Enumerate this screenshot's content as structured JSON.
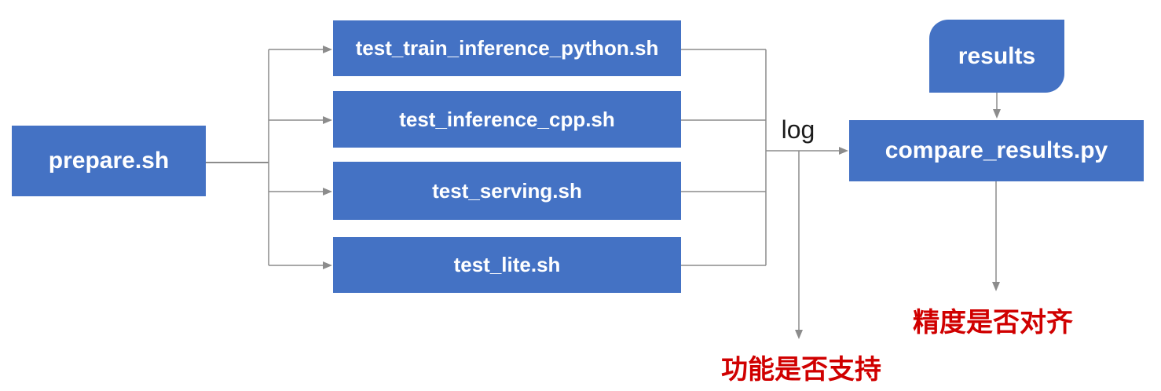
{
  "diagram": {
    "title": "test tipc pipeline flowchart",
    "nodes": {
      "prepare": {
        "label": "prepare.sh",
        "shape": "rect"
      },
      "test_train": {
        "label": "test_train_inference_python.sh",
        "shape": "rect"
      },
      "test_cpp": {
        "label": "test_inference_cpp.sh",
        "shape": "rect"
      },
      "test_serving": {
        "label": "test_serving.sh",
        "shape": "rect"
      },
      "test_lite": {
        "label": "test_lite.sh",
        "shape": "rect"
      },
      "results": {
        "label": "results",
        "shape": "round-diagonal-corner-rect"
      },
      "compare": {
        "label": "compare_results.py",
        "shape": "rect"
      }
    },
    "edge_labels": {
      "log": "log"
    },
    "outputs": {
      "function_support": "功能是否支持",
      "precision_align": "精度是否对齐"
    },
    "edges": [
      {
        "from": "prepare",
        "to": "test_train"
      },
      {
        "from": "prepare",
        "to": "test_cpp"
      },
      {
        "from": "prepare",
        "to": "test_serving"
      },
      {
        "from": "prepare",
        "to": "test_lite"
      },
      {
        "from": "test_train",
        "to": "compare",
        "label": "log"
      },
      {
        "from": "test_cpp",
        "to": "compare",
        "label": "log"
      },
      {
        "from": "test_serving",
        "to": "compare",
        "label": "log"
      },
      {
        "from": "test_lite",
        "to": "compare",
        "label": "log"
      },
      {
        "from": "log-junction",
        "to": "功能是否支持"
      },
      {
        "from": "results",
        "to": "compare"
      },
      {
        "from": "compare",
        "to": "精度是否对齐"
      }
    ],
    "colors": {
      "node_fill": "#4472C4",
      "node_text": "#ffffff",
      "line": "#8c8c8c",
      "label_text": "#1c1c1c",
      "result_text": "#d00000"
    }
  }
}
